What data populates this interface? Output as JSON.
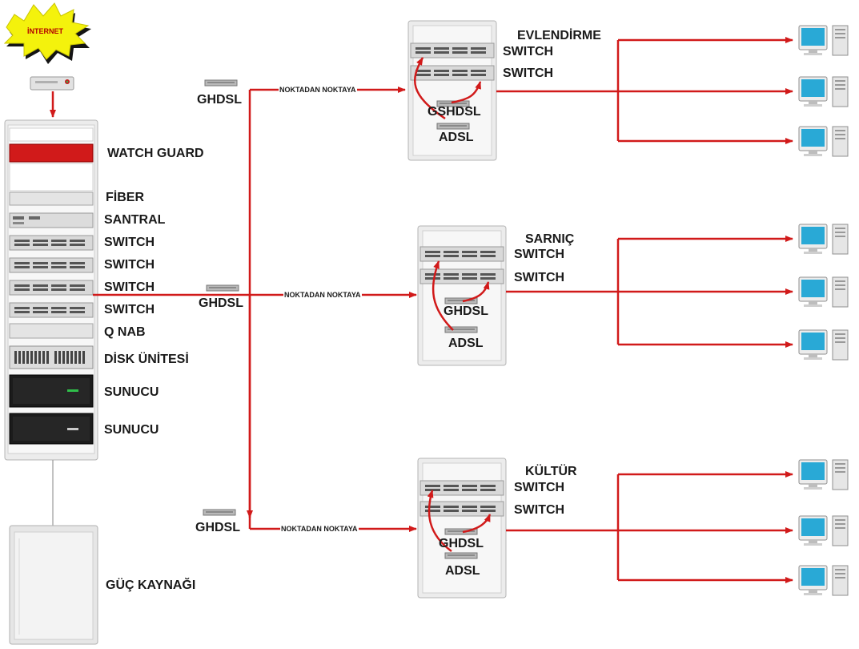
{
  "internet": {
    "label": "İNTERNET"
  },
  "main_rack": {
    "labels": {
      "watch_guard": "WATCH GUARD",
      "fiber": "FİBER",
      "santral": "SANTRAL",
      "switch1": "SWITCH",
      "switch2": "SWITCH",
      "switch3": "SWITCH",
      "switch4": "SWITCH",
      "qnab": "Q NAB",
      "disk": "DİSK ÜNİTESİ",
      "sunucu1": "SUNUCU",
      "sunucu2": "SUNUCU"
    }
  },
  "power": {
    "label": "GÜÇ KAYNAĞI"
  },
  "links": {
    "ghdsl_top": "GHDSL",
    "ghdsl_mid": "GHDSL",
    "ghdsl_bot": "GHDSL",
    "p2p_top": "NOKTADAN NOKTAYA",
    "p2p_mid": "NOKTADAN NOKTAYA",
    "p2p_bot": "NOKTADAN NOKTAYA"
  },
  "sites": {
    "evlendirme": {
      "name": "EVLENDİRME",
      "switch1": "SWITCH",
      "switch2": "SWITCH",
      "ghdsl": "GSHDSL",
      "adsl": "ADSL"
    },
    "sarnic": {
      "name": "SARNIÇ",
      "switch1": "SWITCH",
      "switch2": "SWITCH",
      "ghdsl": "GHDSL",
      "adsl": "ADSL"
    },
    "kultur": {
      "name": "KÜLTÜR",
      "switch1": "SWITCH",
      "switch2": "SWITCH",
      "ghdsl": "GHDSL",
      "adsl": "ADSL"
    }
  },
  "colors": {
    "link": "#d11a1a",
    "rack": "#e8e8e8",
    "rack_border": "#b5b5b5",
    "monitor": "#29a9d6"
  }
}
